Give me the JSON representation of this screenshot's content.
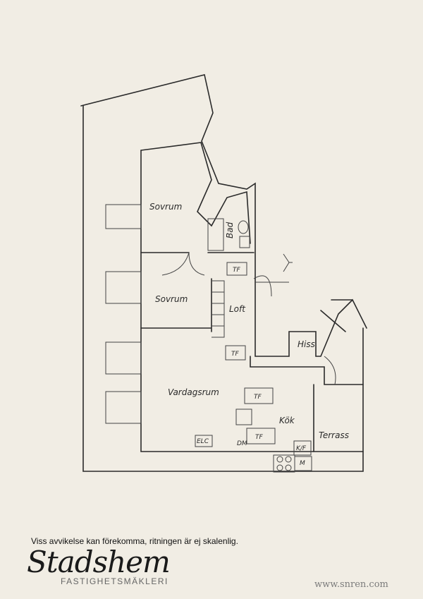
{
  "rooms": {
    "sovrum_1": "Sovrum",
    "bad": "Bad",
    "sovrum_2": "Sovrum",
    "loft": "Loft",
    "hiss": "Hiss",
    "vardagsrum": "Vardagsrum",
    "kok": "Kök",
    "terrass": "Terrass"
  },
  "fixtures": {
    "tf_1": "TF",
    "tf_2": "TF",
    "tf_3": "TF",
    "tf_4": "TF",
    "dm": "DM",
    "elc": "ELC",
    "kf": "K/F",
    "m": "M"
  },
  "footer": {
    "disclaimer": "Viss avvikelse kan förekomma, ritningen är ej skalenlig.",
    "logo": "Stadshem",
    "logo_sub": "FASTIGHETSMÄKLERI",
    "watermark": "www.snren.com"
  }
}
